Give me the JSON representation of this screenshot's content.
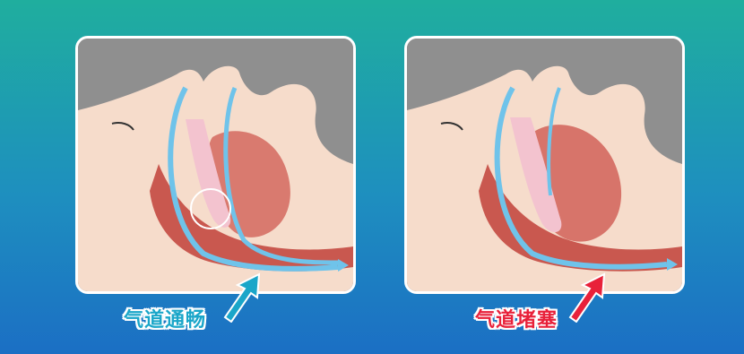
{
  "panels": [
    {
      "id": "open-airway",
      "caption": "气道通畅",
      "caption_color": "#1aa6c9"
    },
    {
      "id": "blocked-airway",
      "caption": "气道堵塞",
      "caption_color": "#e8213a"
    }
  ],
  "colors": {
    "background_top": "#1fae9e",
    "background_bottom": "#1b6fc4",
    "panel_bg": "#8f8f8f",
    "skin": "#f6dccb",
    "tissue": "#c9584f",
    "airflow": "#6fc3ea",
    "open_arrow": "#1aa6c9",
    "blocked_arrow": "#e8213a"
  },
  "icons": [
    "up-right-arrow-icon",
    "up-right-arrow-icon"
  ]
}
